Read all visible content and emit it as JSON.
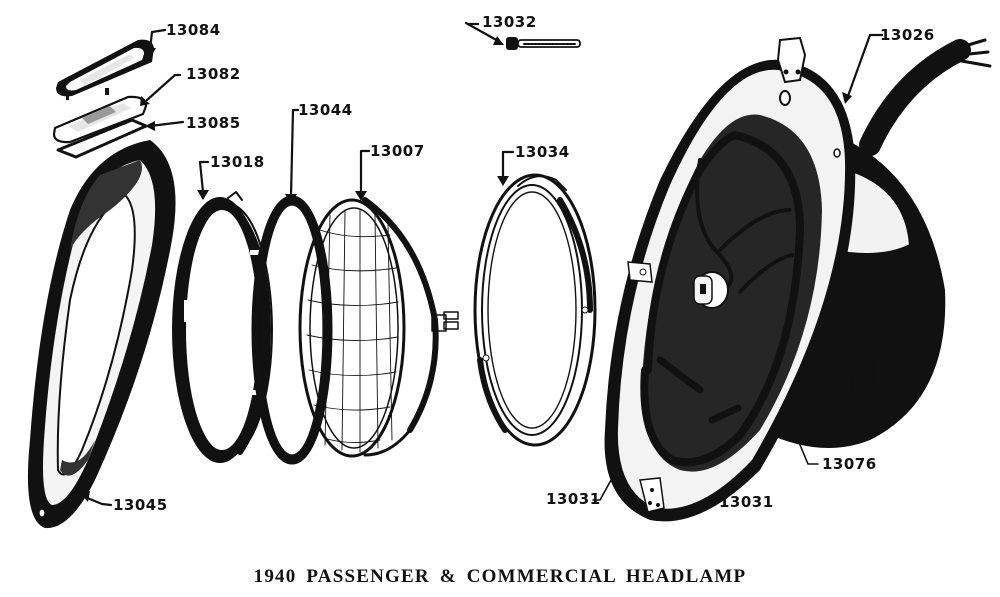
{
  "diagram": {
    "title": "1940 PASSENGER & COMMERCIAL HEADLAMP",
    "type": "exploded-parts-diagram",
    "colors": {
      "ink": "#111111",
      "background": "#ffffff"
    },
    "parts": [
      {
        "number": "13084",
        "component": "parking lamp lens rim (top)"
      },
      {
        "number": "13082",
        "component": "parking lamp lens"
      },
      {
        "number": "13085",
        "component": "parking lamp lens gasket"
      },
      {
        "number": "13045",
        "component": "headlamp housing / door shell"
      },
      {
        "number": "13018",
        "component": "sealed beam retaining ring"
      },
      {
        "number": "13044",
        "component": "sealed beam gasket"
      },
      {
        "number": "13007",
        "component": "sealed beam unit"
      },
      {
        "number": "13032",
        "component": "adjusting screw"
      },
      {
        "number": "13034",
        "component": "sealed beam mounting ring"
      },
      {
        "number": "13026",
        "component": "headlamp body with wiring"
      },
      {
        "number": "13076",
        "component": "sealed beam connector socket"
      },
      {
        "number": "13031",
        "component": "mounting ring spring (left)"
      },
      {
        "number": "13031",
        "component": "mounting ring spring (right)"
      }
    ]
  },
  "labels": {
    "p13084": "13084",
    "p13082": "13082",
    "p13085": "13085",
    "p13045": "13045",
    "p13018": "13018",
    "p13044": "13044",
    "p13007": "13007",
    "p13032": "13032",
    "p13034": "13034",
    "p13026": "13026",
    "p13076": "13076",
    "p13031a": "13031",
    "p13031b": "13031"
  }
}
